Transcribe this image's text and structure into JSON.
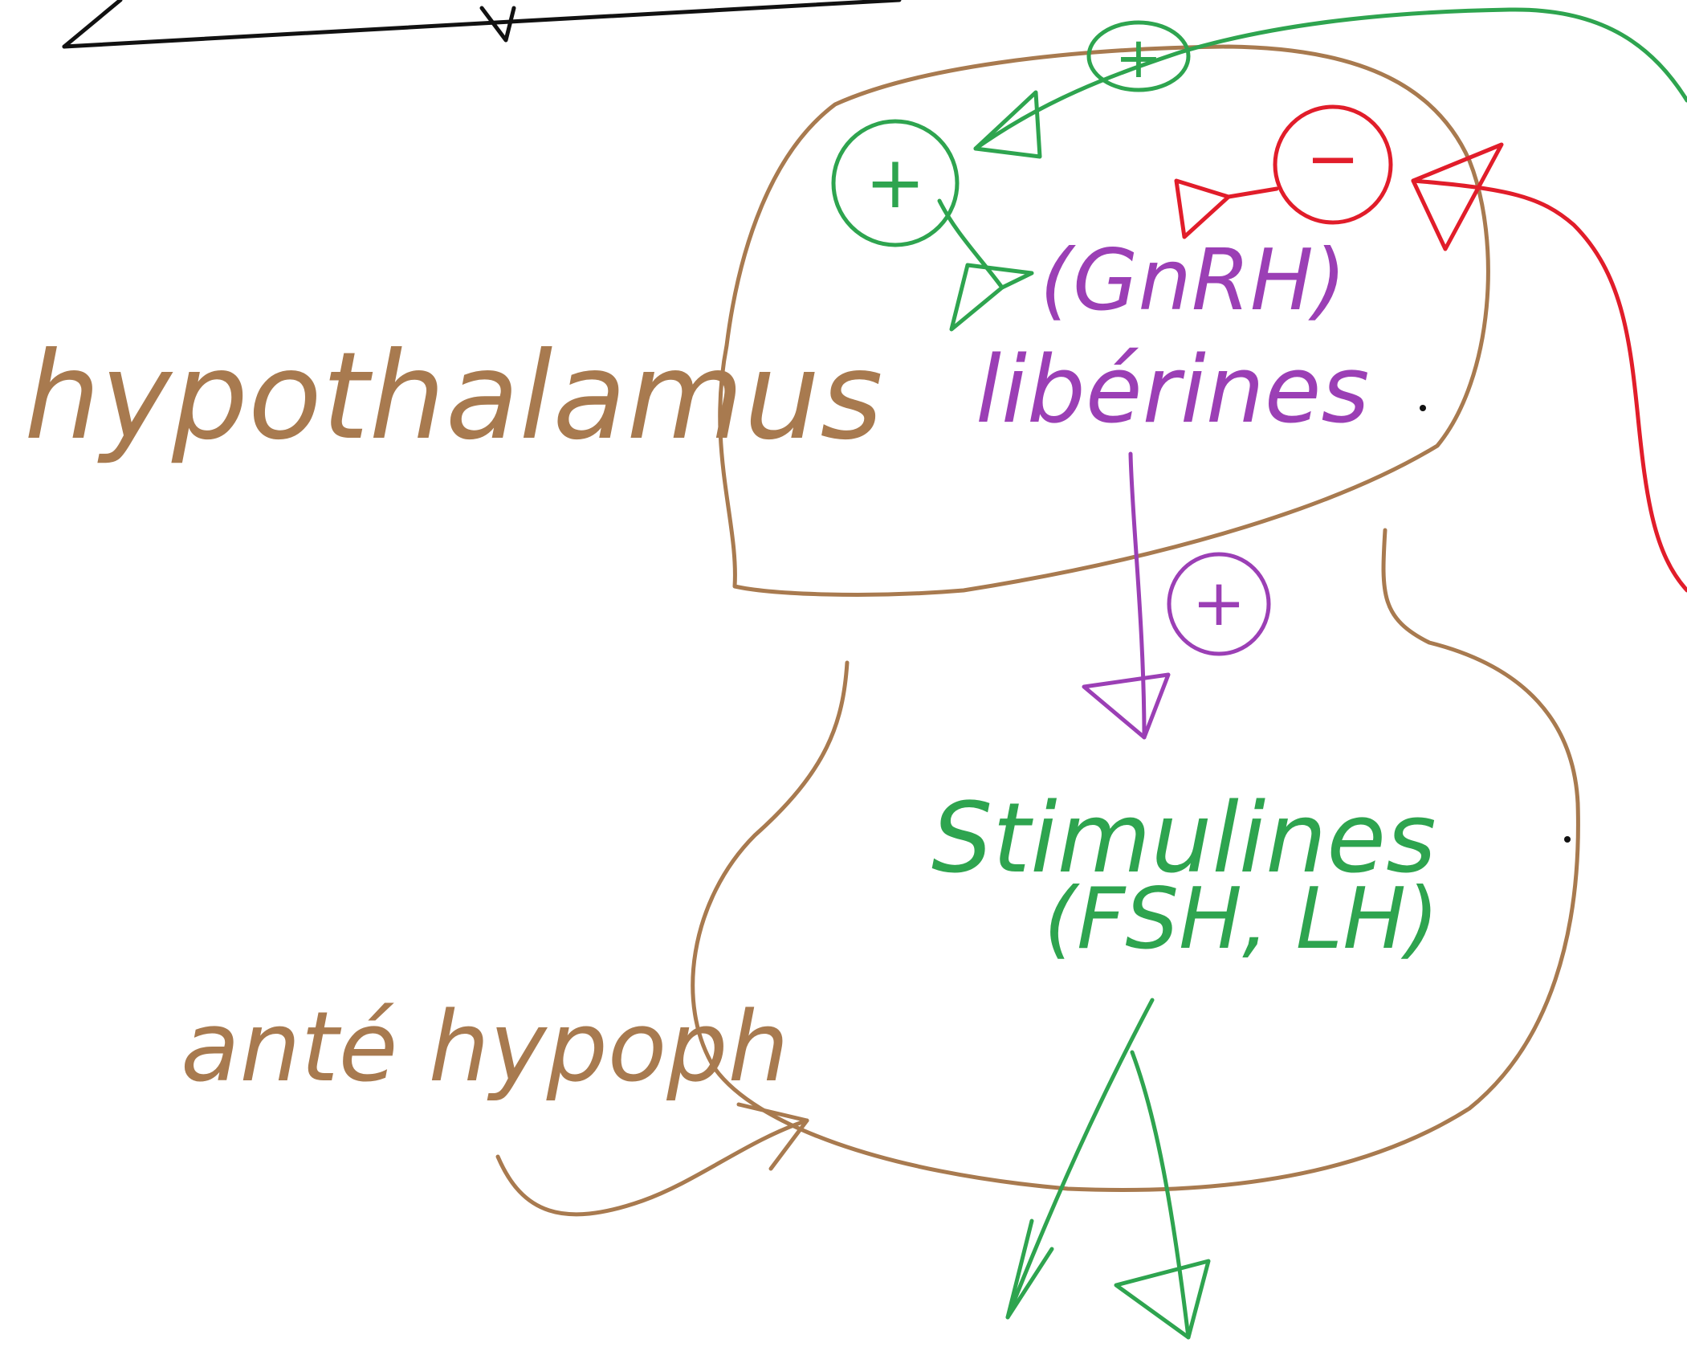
{
  "labels": {
    "hypothalamus": "hypothalamus",
    "antehypophyse": "anté hypoph",
    "gnrh": "(GnRH)",
    "liberines": "libérines",
    "stimulines": "Stimulines",
    "fsh_lh": "(FSH, LH)"
  },
  "signs": {
    "plus": "+",
    "minus": "−"
  },
  "colors": {
    "brown": "#a87a4f",
    "green": "#2ea44f",
    "red": "#e11d2a",
    "purple": "#9b3fb5",
    "black": "#111111"
  }
}
